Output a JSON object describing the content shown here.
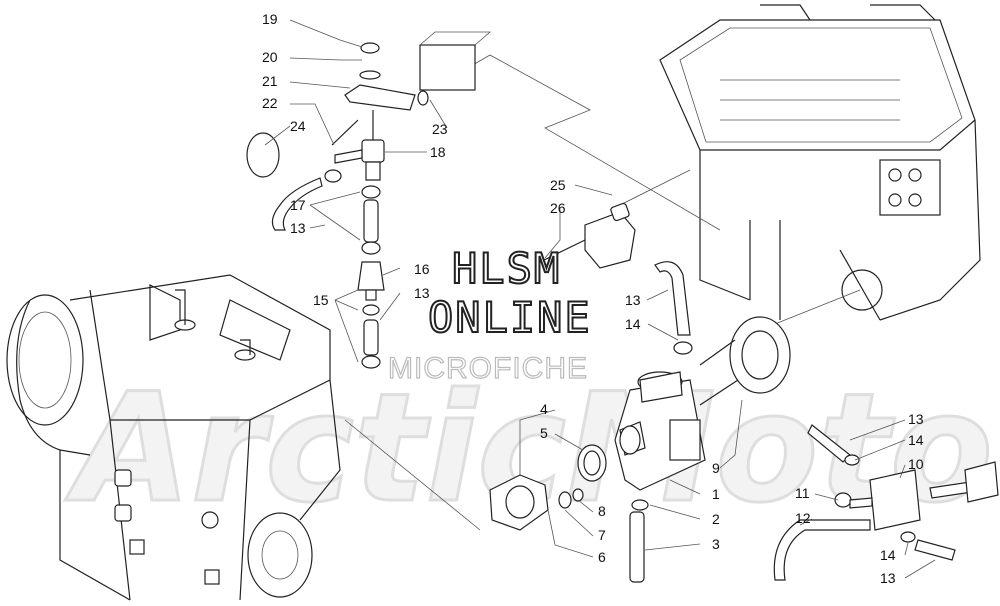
{
  "watermark": {
    "line1": "HLSM",
    "line2": "ONLINE",
    "line3": "MICROFICHE",
    "logo": "ArcticMoto"
  },
  "callouts": [
    {
      "id": "c19",
      "label": "19"
    },
    {
      "id": "c20",
      "label": "20"
    },
    {
      "id": "c21",
      "label": "21"
    },
    {
      "id": "c22",
      "label": "22"
    },
    {
      "id": "c24",
      "label": "24"
    },
    {
      "id": "c23",
      "label": "23"
    },
    {
      "id": "c18",
      "label": "18"
    },
    {
      "id": "c17",
      "label": "17"
    },
    {
      "id": "c13a",
      "label": "13"
    },
    {
      "id": "c16",
      "label": "16"
    },
    {
      "id": "c15",
      "label": "15"
    },
    {
      "id": "c13b",
      "label": "13"
    },
    {
      "id": "c25",
      "label": "25"
    },
    {
      "id": "c26",
      "label": "26"
    },
    {
      "id": "c13c",
      "label": "13"
    },
    {
      "id": "c14a",
      "label": "14"
    },
    {
      "id": "c4",
      "label": "4"
    },
    {
      "id": "c5",
      "label": "5"
    },
    {
      "id": "c9",
      "label": "9"
    },
    {
      "id": "c1",
      "label": "1"
    },
    {
      "id": "c2",
      "label": "2"
    },
    {
      "id": "c3",
      "label": "3"
    },
    {
      "id": "c8",
      "label": "8"
    },
    {
      "id": "c7",
      "label": "7"
    },
    {
      "id": "c6",
      "label": "6"
    },
    {
      "id": "c13d",
      "label": "13"
    },
    {
      "id": "c14b",
      "label": "14"
    },
    {
      "id": "c10",
      "label": "10"
    },
    {
      "id": "c11",
      "label": "11"
    },
    {
      "id": "c12",
      "label": "12"
    },
    {
      "id": "c14c",
      "label": "14"
    },
    {
      "id": "c13e",
      "label": "13"
    }
  ]
}
